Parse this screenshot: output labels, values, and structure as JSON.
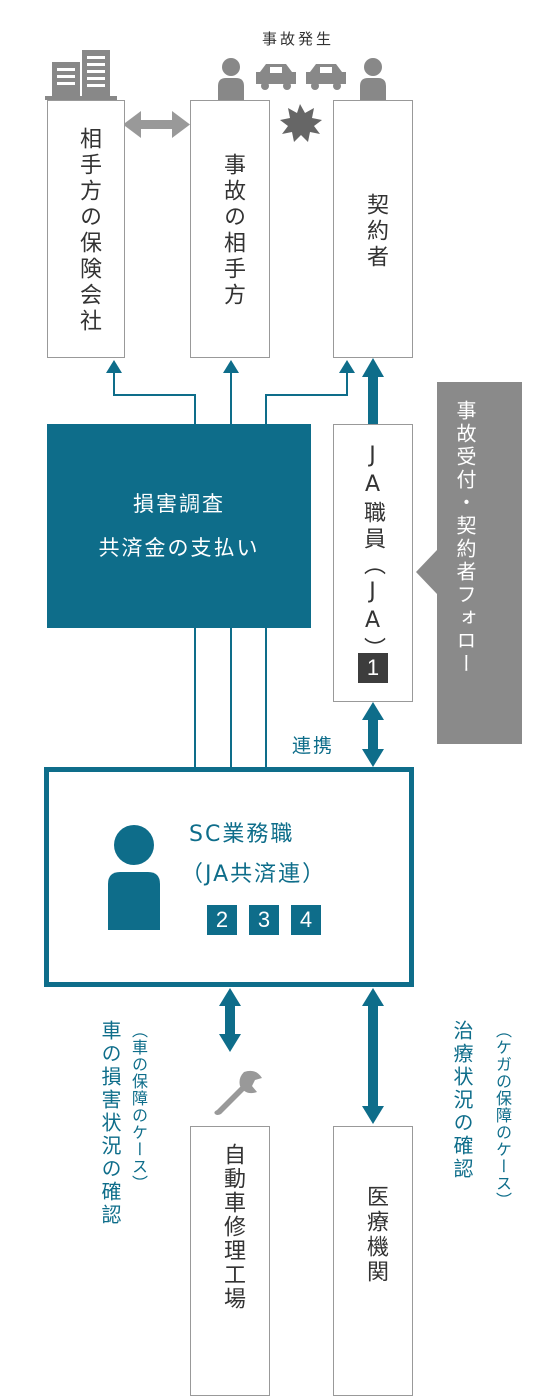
{
  "top_label": "事故発生",
  "boxes": {
    "insurer": "相手方の保険会社",
    "opponent": "事故の相手方",
    "contractor": "契約者",
    "ja_staff": "JA職員（JA）",
    "ja_badge": "1",
    "repair": "自動車修理工場",
    "medical": "医療機関"
  },
  "center_box": {
    "line1": "損害調査",
    "line2": "共済金の支払い"
  },
  "callout": "事故受付・契約者フォロー",
  "link_label": "連携",
  "sc_box": {
    "title": "SC業務職",
    "subtitle": "（JA共済連）",
    "badges": [
      "2",
      "3",
      "4"
    ]
  },
  "left_note": {
    "small": "（車の保障のケース）",
    "main": "車の損害状況の確認"
  },
  "right_note": {
    "small": "（ケガの保障のケース）",
    "main": "治療状況の確認"
  },
  "colors": {
    "teal": "#0e6d8a",
    "gray_arrow": "#999999",
    "callout_gray": "#8a8a8a",
    "icon_gray": "#888888"
  }
}
